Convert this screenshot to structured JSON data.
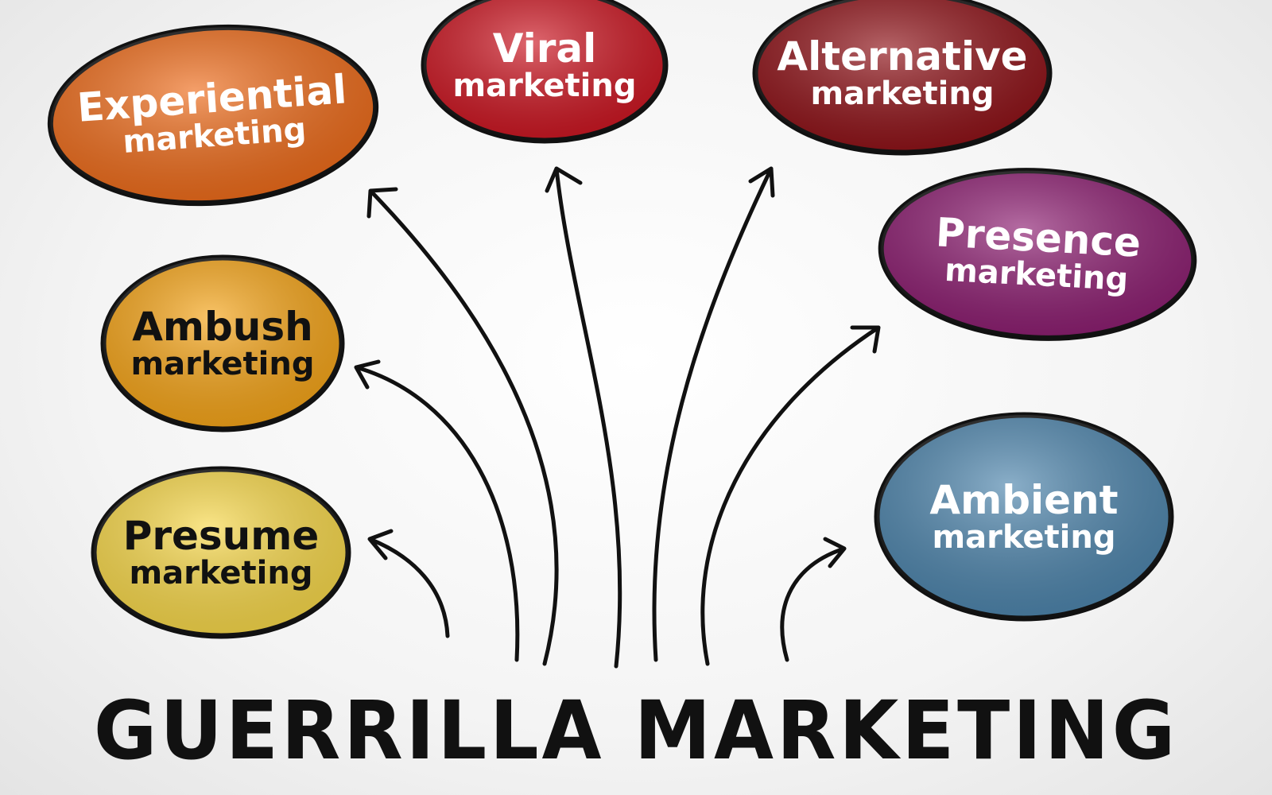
{
  "title": "GUERRILLA MARKETING",
  "bubbles": [
    {
      "id": "experiential",
      "line1": "Experiential",
      "line2": "marketing",
      "color": "#ee6a18",
      "text_color": "#ffffff"
    },
    {
      "id": "viral",
      "line1": "Viral",
      "line2": "marketing",
      "color": "#cc1420",
      "text_color": "#ffffff"
    },
    {
      "id": "alternative",
      "line1": "Alternative",
      "line2": "marketing",
      "color": "#8e1016",
      "text_color": "#ffffff"
    },
    {
      "id": "presence",
      "line1": "Presence",
      "line2": "marketing",
      "color": "#8c1c70",
      "text_color": "#ffffff"
    },
    {
      "id": "ambush",
      "line1": "Ambush",
      "line2": "marketing",
      "color": "#f6a416",
      "text_color": "#111111"
    },
    {
      "id": "presume",
      "line1": "Presume",
      "line2": "marketing",
      "color": "#f8d848",
      "text_color": "#111111"
    },
    {
      "id": "ambient",
      "line1": "Ambient",
      "line2": "marketing",
      "color": "#4c84ac",
      "text_color": "#ffffff"
    }
  ]
}
